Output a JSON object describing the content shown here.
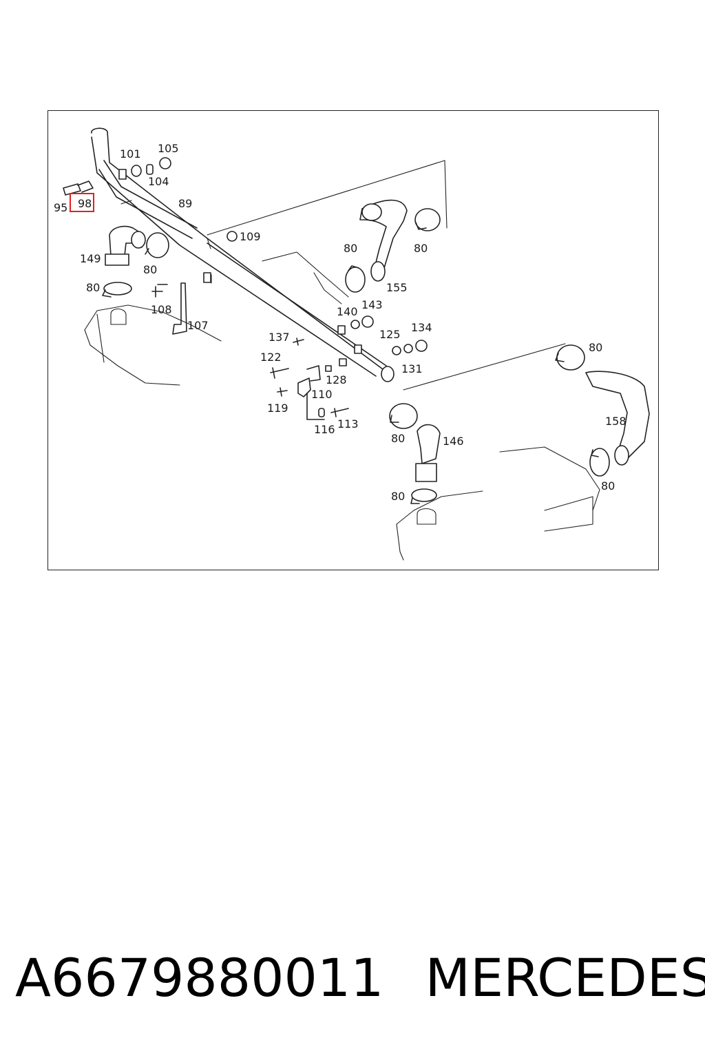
{
  "diagram": {
    "labels": [
      "101",
      "105",
      "104",
      "89",
      "95",
      "98",
      "149",
      "80",
      "80",
      "109",
      "80",
      "80",
      "155",
      "108",
      "107",
      "140",
      "143",
      "137",
      "125",
      "134",
      "122",
      "128",
      "131",
      "110",
      "119",
      "116",
      "113",
      "80",
      "146",
      "80",
      "158",
      "80",
      "80"
    ],
    "highlighted_label": "98",
    "highlight_color": "#e02020"
  },
  "caption": {
    "part_number": "A6679880011",
    "brand": "MERCEDES"
  }
}
